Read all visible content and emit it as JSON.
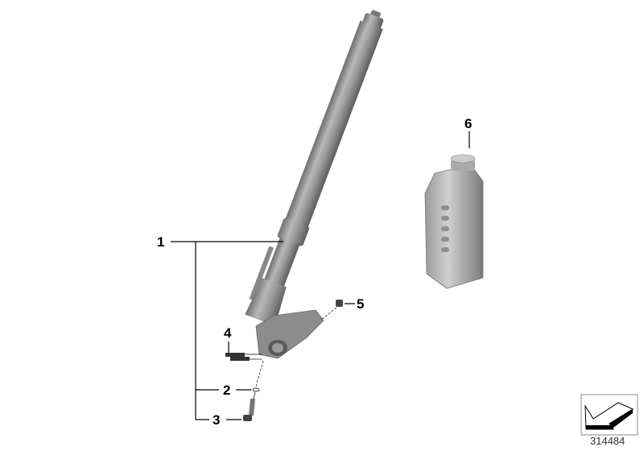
{
  "diagram": {
    "drawing_number": "314484",
    "callouts": [
      {
        "id": "1",
        "part": "fork-tube-assembly"
      },
      {
        "id": "2",
        "part": "washer"
      },
      {
        "id": "3",
        "part": "bolt"
      },
      {
        "id": "4",
        "part": "clamp-screws"
      },
      {
        "id": "5",
        "part": "plug"
      },
      {
        "id": "6",
        "part": "fork-oil-bottle"
      }
    ],
    "colors": {
      "part_gray": "#8a8a8a",
      "line": "#000000"
    }
  }
}
